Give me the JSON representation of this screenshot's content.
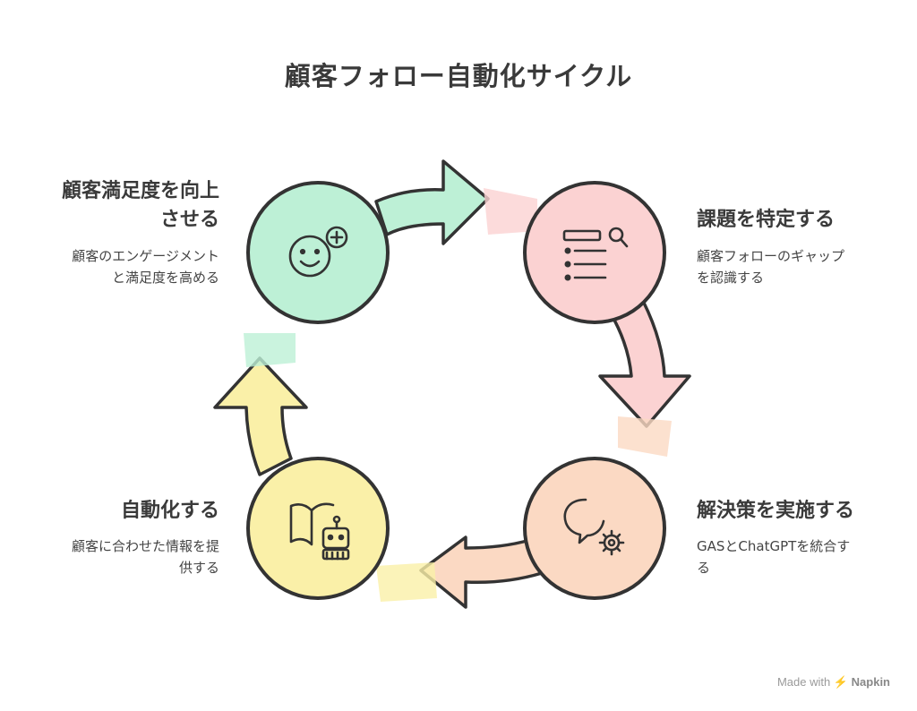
{
  "title": "顧客フォロー自動化サイクル",
  "steps": [
    {
      "title_line1": "顧客満足度を向上",
      "title_line2": "させる",
      "desc_line1": "顧客のエンゲージメント",
      "desc_line2": "と満足度を高める",
      "color": "#bdf0d6",
      "icon": "happy-face-plus-icon"
    },
    {
      "title": "課題を特定する",
      "desc_line1": "顧客フォローのギャップ",
      "desc_line2": "を認識する",
      "color": "#fbd2d2",
      "icon": "search-list-icon"
    },
    {
      "title": "解決策を実施する",
      "desc_line1": "GASとChatGPTを統合す",
      "desc_line2": "る",
      "color": "#fbd9c3",
      "icon": "chat-gear-icon"
    },
    {
      "title": "自動化する",
      "desc_line1": "顧客に合わせた情報を提",
      "desc_line2": "供する",
      "color": "#faf0a8",
      "icon": "book-robot-icon"
    }
  ],
  "watermark": {
    "prefix": "Made with",
    "brand": "Napkin"
  },
  "colors": {
    "outline": "#333333",
    "text": "#3a3a3a"
  }
}
